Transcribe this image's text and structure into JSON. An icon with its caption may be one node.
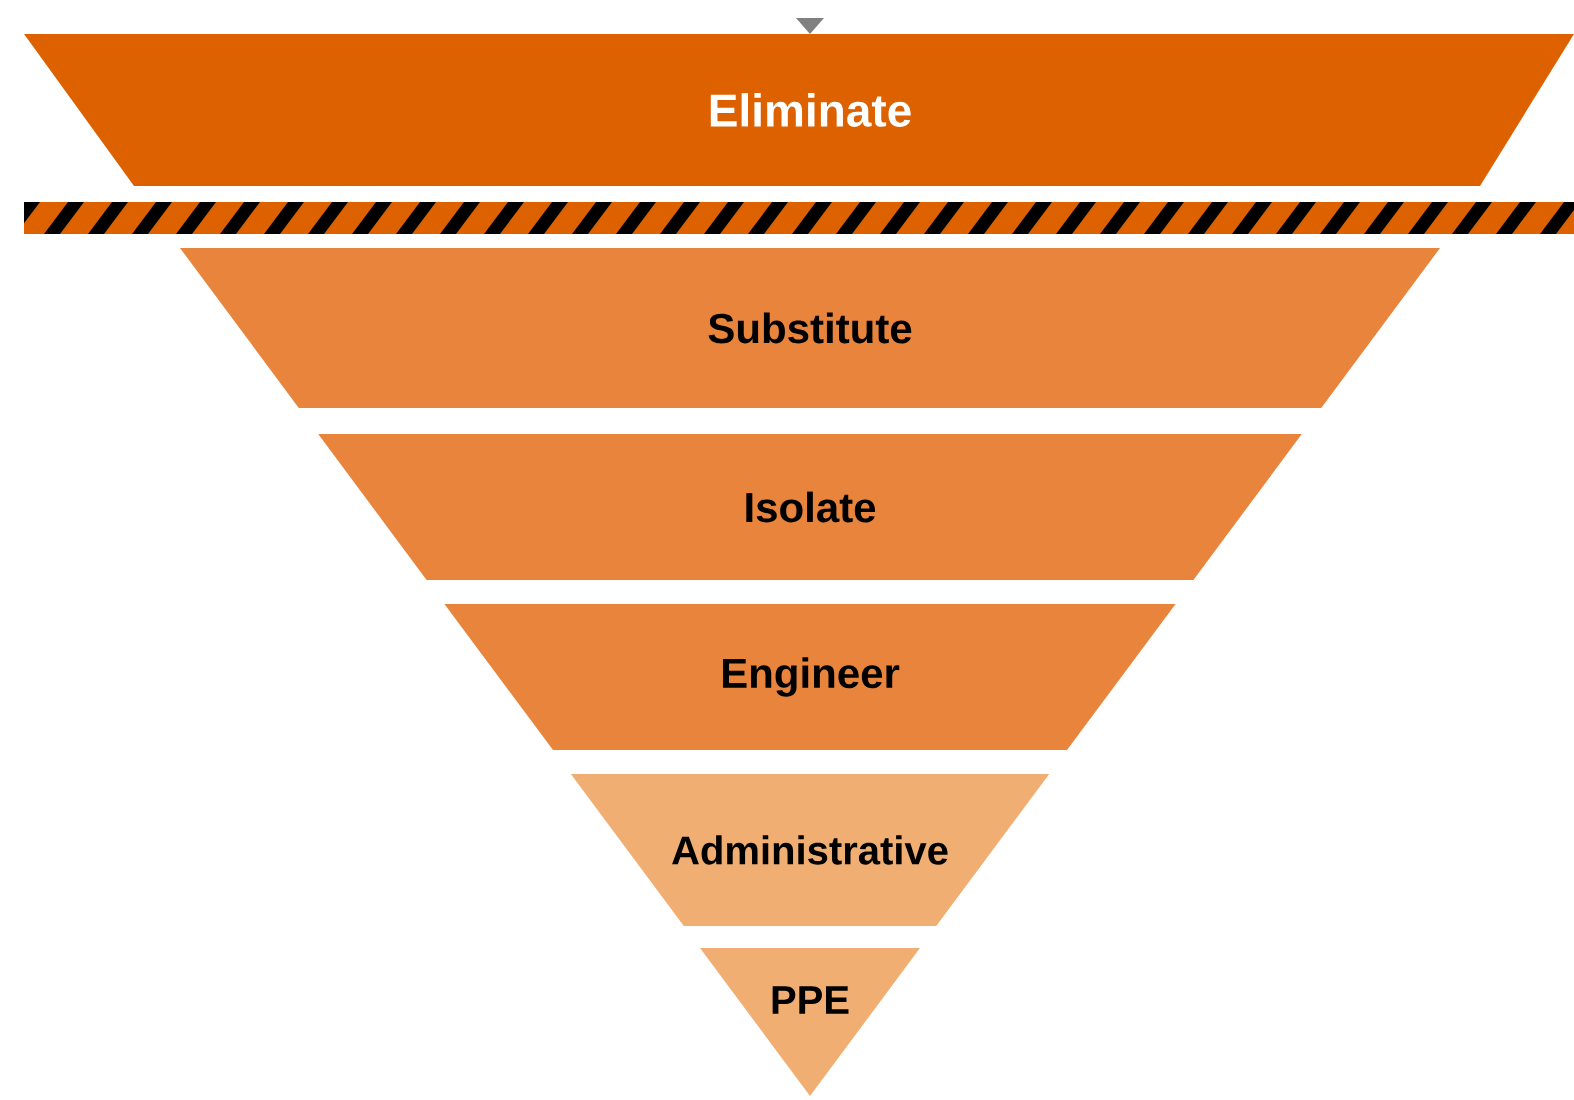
{
  "diagram": {
    "nodes": [
      {
        "text": [
          "Eliminate"
        ]
      },
      {
        "text": [
          "Substitute"
        ]
      },
      {
        "text": [
          "Isolate"
        ]
      },
      {
        "text": [
          "Engineer"
        ]
      },
      {
        "text": [
          "Administrative"
        ]
      },
      {
        "text": [
          "PPE"
        ]
      }
    ]
  }
}
